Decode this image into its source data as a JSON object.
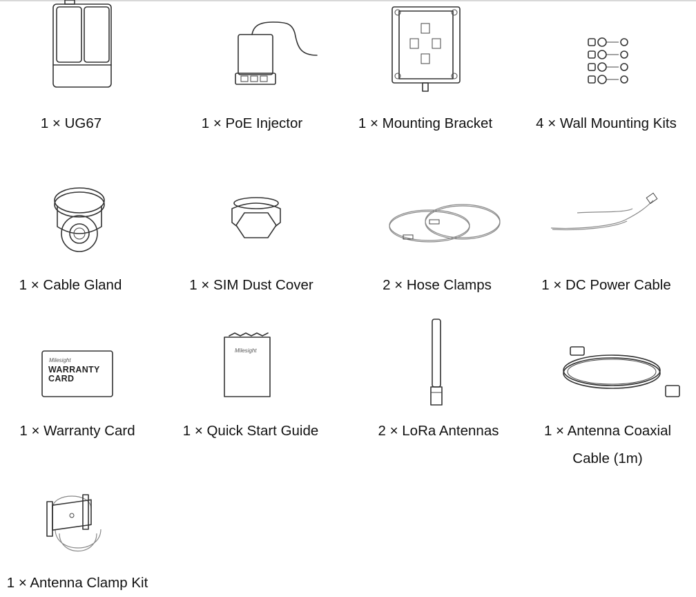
{
  "items": [
    {
      "label": "1 × UG67"
    },
    {
      "label": "1 × PoE Injector"
    },
    {
      "label": "1 × Mounting Bracket"
    },
    {
      "label": "4 × Wall Mounting Kits"
    },
    {
      "label": "1 × Cable Gland"
    },
    {
      "label": "1 × SIM Dust Cover"
    },
    {
      "label": "2 × Hose Clamps"
    },
    {
      "label": "1 × DC Power Cable"
    },
    {
      "label": "1 × Warranty Card",
      "card_brand": "Milesight",
      "card_line1": "WARRANTY",
      "card_line2": "CARD"
    },
    {
      "label": "1 × Quick Start Guide",
      "guide_brand": "Milesight"
    },
    {
      "label": "2 × LoRa Antennas"
    },
    {
      "label_line1": "1 × Antenna Coaxial",
      "label_line2": "Cable (1m)"
    },
    {
      "label": "1 × Antenna Clamp Kit"
    }
  ]
}
